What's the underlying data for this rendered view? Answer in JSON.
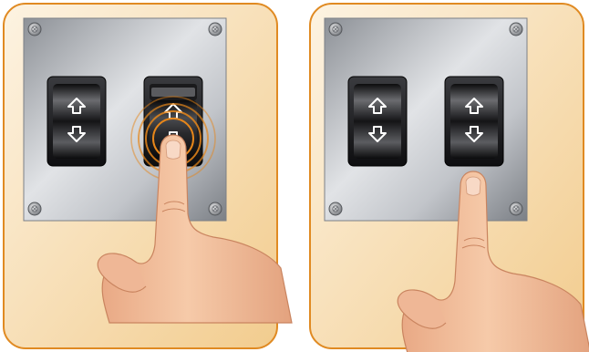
{
  "colors": {
    "panel_border": "#e08a22",
    "panel_bg_light": "#fdf1dc",
    "panel_bg_dark": "#f3cf93",
    "plate_light": "#d5d7db",
    "plate_dark": "#7e8288",
    "switch_body": "#1b1b1d",
    "arrow": "#ffffff",
    "press_rings": "#e6861a",
    "skin": "#f0bd9a",
    "skin_shadow": "#d8957a"
  },
  "panels": [
    {
      "state": "pressed",
      "switches": [
        {
          "position": "left",
          "state": "neutral",
          "icons": [
            "arrow-up-icon",
            "arrow-down-icon"
          ]
        },
        {
          "position": "right",
          "state": "pressed-down",
          "icons": [
            "arrow-up-icon",
            "arrow-down-icon"
          ]
        }
      ]
    },
    {
      "state": "released",
      "switches": [
        {
          "position": "left",
          "state": "neutral",
          "icons": [
            "arrow-up-icon",
            "arrow-down-icon"
          ]
        },
        {
          "position": "right",
          "state": "neutral",
          "icons": [
            "arrow-up-icon",
            "arrow-down-icon"
          ]
        }
      ]
    }
  ]
}
